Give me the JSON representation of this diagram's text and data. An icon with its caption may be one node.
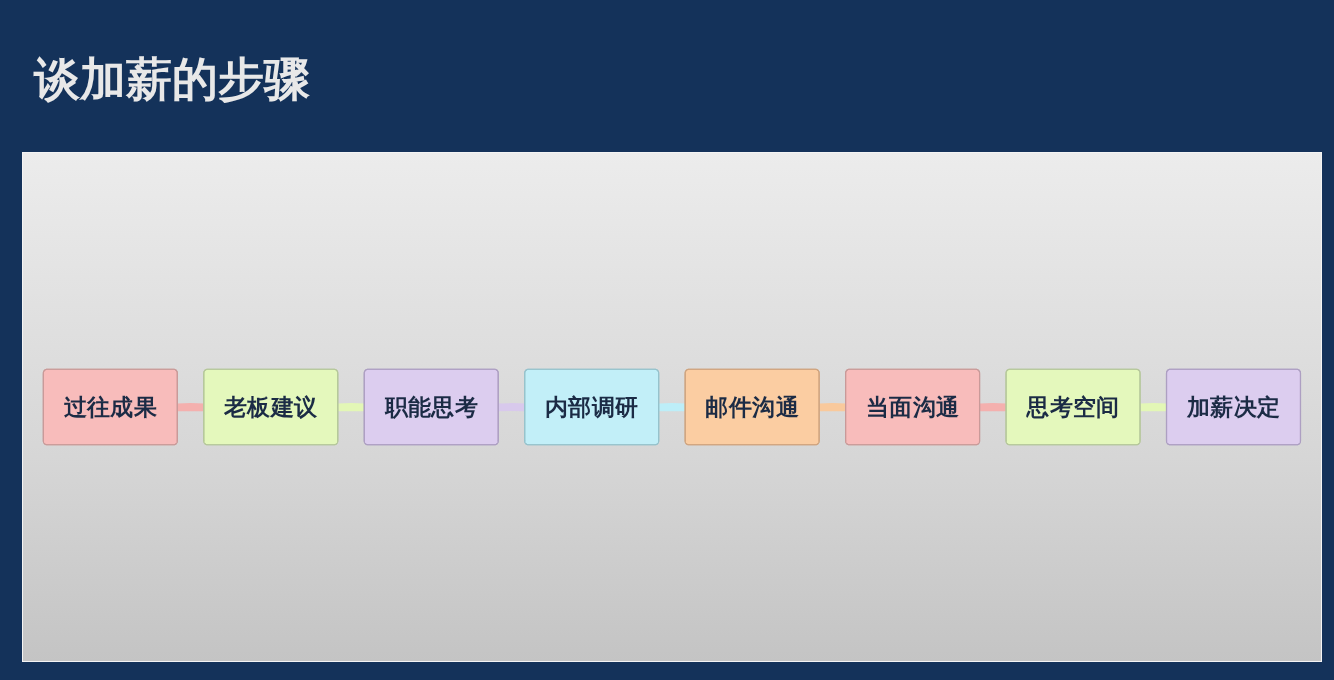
{
  "diagram": {
    "title": "谈加薪的步骤",
    "nodes": [
      {
        "text": [
          "过往成果"
        ]
      },
      {
        "text": [
          "老板建议"
        ]
      },
      {
        "text": [
          "职能思考"
        ]
      },
      {
        "text": [
          "内部调研"
        ]
      },
      {
        "text": [
          "邮件沟通"
        ]
      },
      {
        "text": [
          "当面沟通"
        ]
      },
      {
        "text": [
          "思考空间"
        ]
      },
      {
        "text": [
          "加薪决定"
        ]
      }
    ],
    "edges": [
      {
        "from": 0,
        "to": 1,
        "arrow": "none",
        "color": "#f4b0ae"
      },
      {
        "from": 1,
        "to": 2,
        "arrow": "none",
        "color": "#e3f7b6"
      },
      {
        "from": 2,
        "to": 3,
        "arrow": "none",
        "color": "#d8c9ec"
      },
      {
        "from": 3,
        "to": 4,
        "arrow": "none",
        "color": "#bdeef8"
      },
      {
        "from": 4,
        "to": 5,
        "arrow": "none",
        "color": "#f9c99c"
      },
      {
        "from": 5,
        "to": 6,
        "arrow": "none",
        "color": "#f4b0ae"
      },
      {
        "from": 6,
        "to": 7,
        "arrow": "none",
        "color": "#e3f7b6"
      }
    ]
  }
}
